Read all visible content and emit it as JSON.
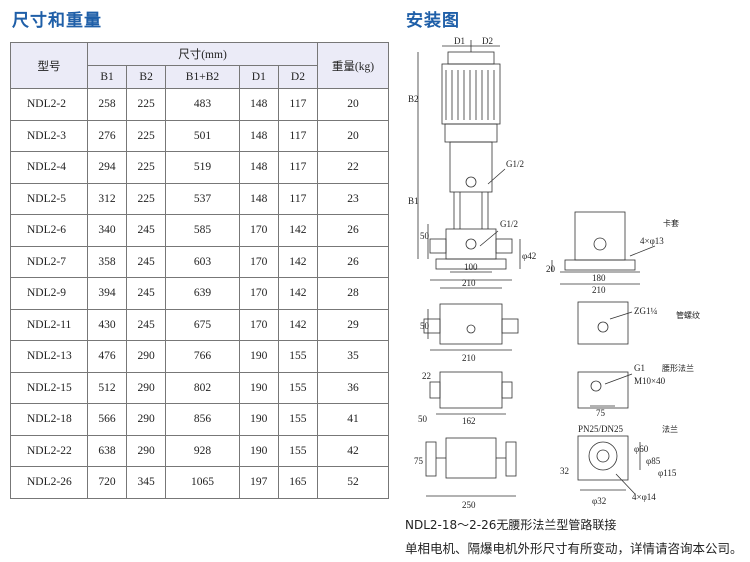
{
  "titles": {
    "left": "尺寸和重量",
    "right": "安装图"
  },
  "table": {
    "header_model": "型号",
    "header_dim_group": "尺寸(mm)",
    "header_weight": "重量(kg)",
    "sub_headers": [
      "B1",
      "B2",
      "B1+B2",
      "D1",
      "D2"
    ],
    "rows": [
      {
        "model": "NDL2-2",
        "b1": "258",
        "b2": "225",
        "sum": "483",
        "d1": "148",
        "d2": "117",
        "weight": "20"
      },
      {
        "model": "NDL2-3",
        "b1": "276",
        "b2": "225",
        "sum": "501",
        "d1": "148",
        "d2": "117",
        "weight": "20"
      },
      {
        "model": "NDL2-4",
        "b1": "294",
        "b2": "225",
        "sum": "519",
        "d1": "148",
        "d2": "117",
        "weight": "22"
      },
      {
        "model": "NDL2-5",
        "b1": "312",
        "b2": "225",
        "sum": "537",
        "d1": "148",
        "d2": "117",
        "weight": "23"
      },
      {
        "model": "NDL2-6",
        "b1": "340",
        "b2": "245",
        "sum": "585",
        "d1": "170",
        "d2": "142",
        "weight": "26"
      },
      {
        "model": "NDL2-7",
        "b1": "358",
        "b2": "245",
        "sum": "603",
        "d1": "170",
        "d2": "142",
        "weight": "26"
      },
      {
        "model": "NDL2-9",
        "b1": "394",
        "b2": "245",
        "sum": "639",
        "d1": "170",
        "d2": "142",
        "weight": "28"
      },
      {
        "model": "NDL2-11",
        "b1": "430",
        "b2": "245",
        "sum": "675",
        "d1": "170",
        "d2": "142",
        "weight": "29"
      },
      {
        "model": "NDL2-13",
        "b1": "476",
        "b2": "290",
        "sum": "766",
        "d1": "190",
        "d2": "155",
        "weight": "35"
      },
      {
        "model": "NDL2-15",
        "b1": "512",
        "b2": "290",
        "sum": "802",
        "d1": "190",
        "d2": "155",
        "weight": "36"
      },
      {
        "model": "NDL2-18",
        "b1": "566",
        "b2": "290",
        "sum": "856",
        "d1": "190",
        "d2": "155",
        "weight": "41"
      },
      {
        "model": "NDL2-22",
        "b1": "638",
        "b2": "290",
        "sum": "928",
        "d1": "190",
        "d2": "155",
        "weight": "42"
      },
      {
        "model": "NDL2-26",
        "b1": "720",
        "b2": "345",
        "sum": "1065",
        "d1": "197",
        "d2": "165",
        "weight": "52"
      }
    ]
  },
  "drawing": {
    "labels": {
      "d1": "D1",
      "d2": "D2",
      "b2": "B2",
      "b1": "B1",
      "g_top": "G1/2",
      "g_bottom": "G1/2",
      "dim_50": "50",
      "dim_100": "100",
      "dim_210": "210",
      "dim_phi42": "φ42",
      "clamp": "卡套",
      "holes_13": "4×φ13",
      "dim_20": "20",
      "dim_180": "180",
      "dim_210b": "210",
      "thread": "ZG1¼",
      "thread_type": "管螺纹",
      "dim_50b": "50",
      "dim_210c": "210",
      "g1": "G1",
      "waist_flange": "腰形法兰",
      "m10": "M10×40",
      "dim_22": "22",
      "dim_75": "75",
      "dim_50c": "50",
      "dim_162": "162",
      "pn": "PN25/DN25",
      "flange": "法兰",
      "phi60": "φ60",
      "phi85": "φ85",
      "phi115": "φ115",
      "dim_75b": "75",
      "dim_32": "32",
      "phi32": "φ32",
      "holes_14": "4×φ14",
      "dim_250": "250"
    }
  },
  "notes": {
    "line1": "NDL2-18～2-26无腰形法兰型管路联接",
    "line2": "单相电机、隔爆电机外形尺寸有所变动，详情请咨询本公司。"
  }
}
